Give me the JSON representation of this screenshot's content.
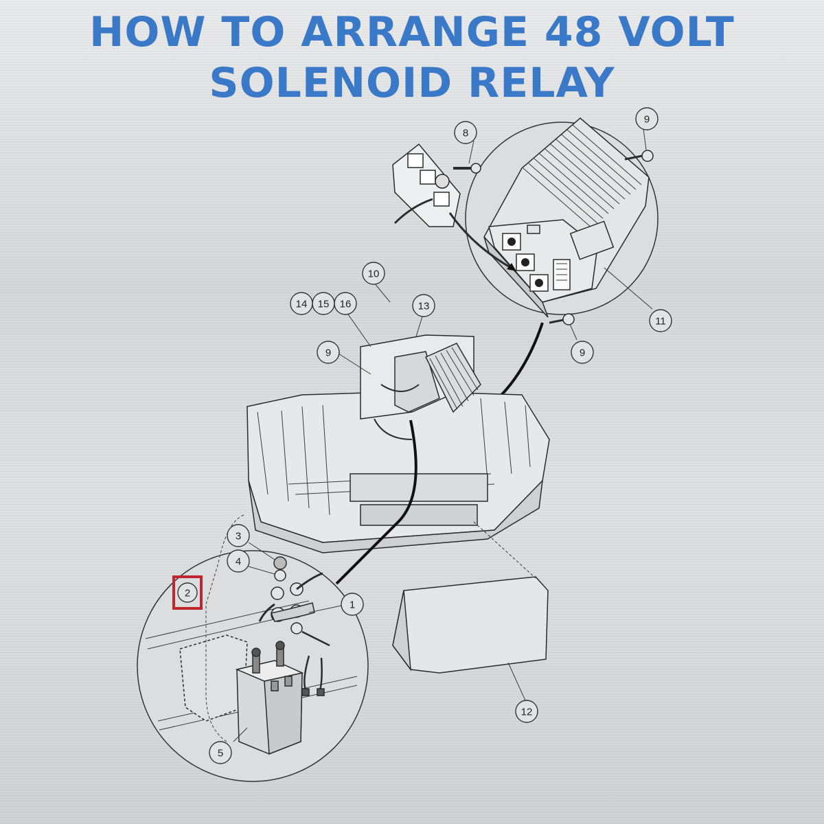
{
  "title": {
    "line1": "HOW TO ARRANGE 48 VOLT",
    "line2": "SOLENOID RELAY"
  },
  "colors": {
    "title": "#3a78c8",
    "highlight_box": "#c0262d"
  },
  "callouts": [
    "1",
    "2",
    "3",
    "4",
    "5",
    "8",
    "9",
    "9",
    "9",
    "10",
    "11",
    "12",
    "13",
    "14",
    "15",
    "16"
  ],
  "highlighted_callout": "2"
}
